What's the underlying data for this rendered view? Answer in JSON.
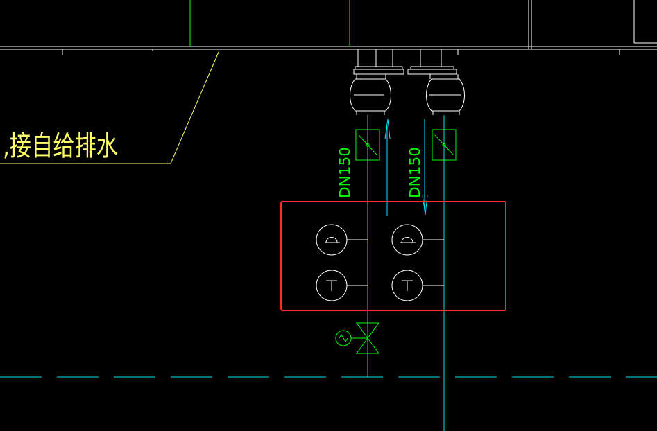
{
  "drawing": {
    "note_text": ",接自给排水",
    "pipe_labels": [
      "DN150",
      "DN150"
    ],
    "colors": {
      "background": "#000000",
      "structure": "#ffffff",
      "pipe_green": "#00ff00",
      "pipe_cyan": "#00e5ff",
      "note_yellow": "#ffff66",
      "highlight_red": "#ff2a2a"
    },
    "gauges": [
      {
        "kind": "pressure-gauge"
      },
      {
        "kind": "pressure-gauge"
      },
      {
        "kind": "thermometer"
      },
      {
        "kind": "thermometer"
      }
    ]
  }
}
